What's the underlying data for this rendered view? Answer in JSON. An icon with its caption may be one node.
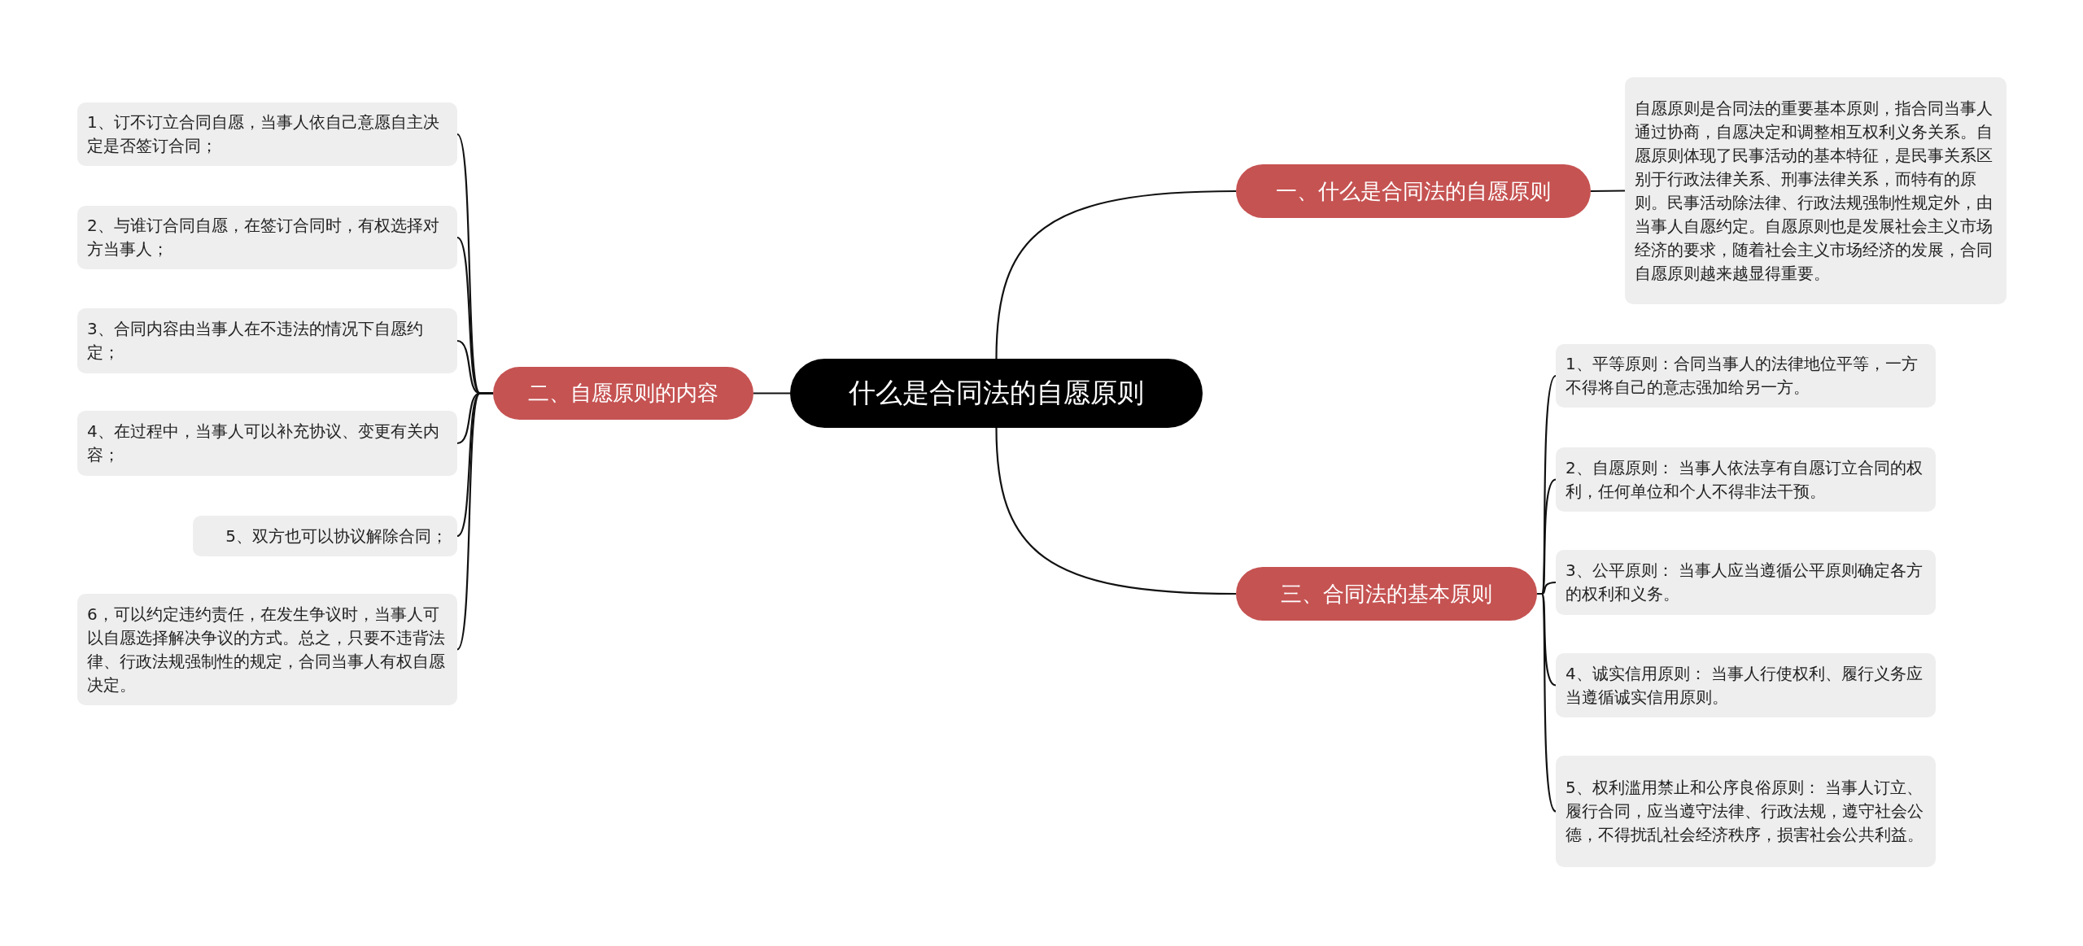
{
  "diagram": {
    "nodes": [
      {
        "text": [
          "什么是合同法的自愿原则"
        ]
      },
      {
        "text": [
          "一、什么是合同法的自愿原则"
        ]
      },
      {
        "text": [
          "自愿原则是合同法的重要基本原则，指合同当事人通过协商，自愿决定和调整相互权利义务关系。自愿原则体现了民事活动的基本特征，是民事关系区别于行政法律关系、刑事法律关系，而特有的原则。民事活动除法律、行政法规强制性规定外，由当事人自愿约定。自愿原则也是发展社会主义市场经济的要求，随着社会主义市场经济的发展，合同自愿原则越来越显得重要。"
        ]
      },
      {
        "text": [
          "二、自愿原则的内容"
        ]
      },
      {
        "text": [
          "1、订不订立合同自愿，当事人依自己意愿自主决定是否签订合同；"
        ]
      },
      {
        "text": [
          "2、与谁订合同自愿，在签订合同时，有权选择对方当事人；"
        ]
      },
      {
        "text": [
          "3、合同内容由当事人在不违法的情况下自愿约定；"
        ]
      },
      {
        "text": [
          "4、在过程中，当事人可以补充协议、变更有关内容；"
        ]
      },
      {
        "text": [
          "5、双方也可以协议解除合同；"
        ]
      },
      {
        "text": [
          "6，可以约定违约责任，在发生争议时，当事人可以自愿选择解决争议的方式。总之，只要不违背法律、行政法规强制性的规定，合同当事人有权自愿决定。"
        ]
      },
      {
        "text": [
          "三、合同法的基本原则"
        ]
      },
      {
        "text": [
          "1、平等原则：合同当事人的法律地位平等，一方不得将自己的意志强加给另一方。"
        ]
      },
      {
        "text": [
          "2、自愿原则： 当事人依法享有自愿订立合同的权利，任何单位和个人不得非法干预。"
        ]
      },
      {
        "text": [
          "3、公平原则： 当事人应当遵循公平原则确定各方的权利和义务。"
        ]
      },
      {
        "text": [
          "4、诚实信用原则： 当事人行使权利、履行义务应当遵循诚实信用原则。"
        ]
      },
      {
        "text": [
          "5、权利滥用禁止和公序良俗原则： 当事人订立、履行合同，应当遵守法律、行政法规，遵守社会公德，不得扰乱社会经济秩序，损害社会公共利益。"
        ]
      }
    ],
    "edges": [
      {
        "from": 0,
        "to": 1,
        "arrow": "none"
      },
      {
        "from": 1,
        "to": 2,
        "arrow": "none"
      },
      {
        "from": 0,
        "to": 3,
        "arrow": "none"
      },
      {
        "from": 3,
        "to": 4,
        "arrow": "none"
      },
      {
        "from": 3,
        "to": 5,
        "arrow": "none"
      },
      {
        "from": 3,
        "to": 6,
        "arrow": "none"
      },
      {
        "from": 3,
        "to": 7,
        "arrow": "none"
      },
      {
        "from": 3,
        "to": 8,
        "arrow": "none"
      },
      {
        "from": 3,
        "to": 9,
        "arrow": "none"
      },
      {
        "from": 0,
        "to": 10,
        "arrow": "none"
      },
      {
        "from": 10,
        "to": 11,
        "arrow": "none"
      },
      {
        "from": 10,
        "to": 12,
        "arrow": "none"
      },
      {
        "from": 10,
        "to": 13,
        "arrow": "none"
      },
      {
        "from": 10,
        "to": 14,
        "arrow": "none"
      },
      {
        "from": 10,
        "to": 15,
        "arrow": "none"
      }
    ]
  }
}
